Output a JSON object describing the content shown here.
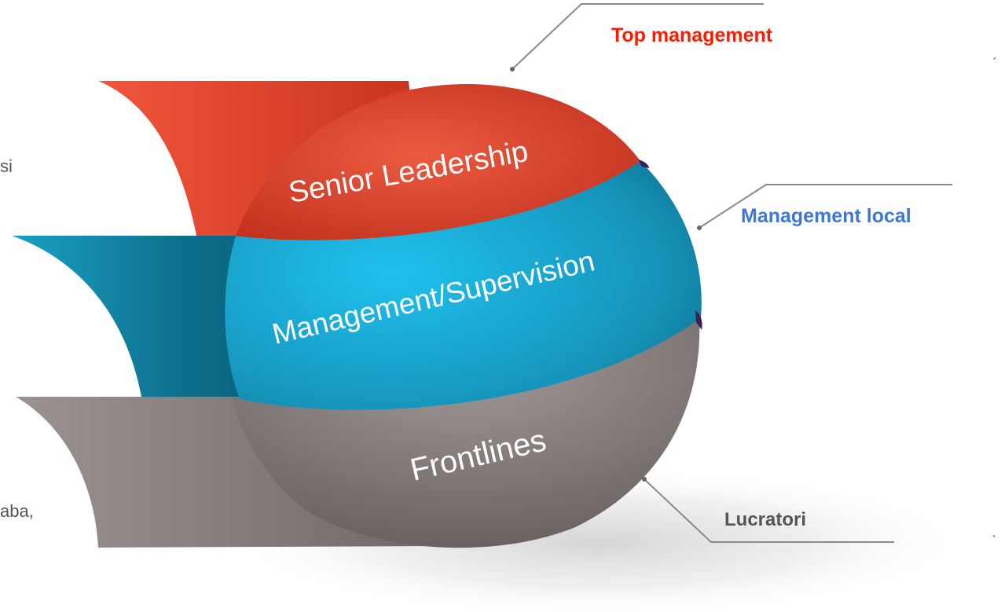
{
  "layers": [
    {
      "id": "senior",
      "label": "Senior Leadership",
      "color": "#d8432c"
    },
    {
      "id": "management",
      "label": "Management/Supervision",
      "color": "#1e9cc4"
    },
    {
      "id": "frontlines",
      "label": "Frontlines",
      "color": "#8d8583"
    }
  ],
  "callouts": [
    {
      "label": "Top management",
      "color": "#ff1a00"
    },
    {
      "label": "Management local",
      "color": "#3d78d8"
    },
    {
      "label": "Lucratori",
      "color": "#555555"
    }
  ],
  "edge_fragments": {
    "left_top": "si",
    "left_bottom": "aba,"
  }
}
